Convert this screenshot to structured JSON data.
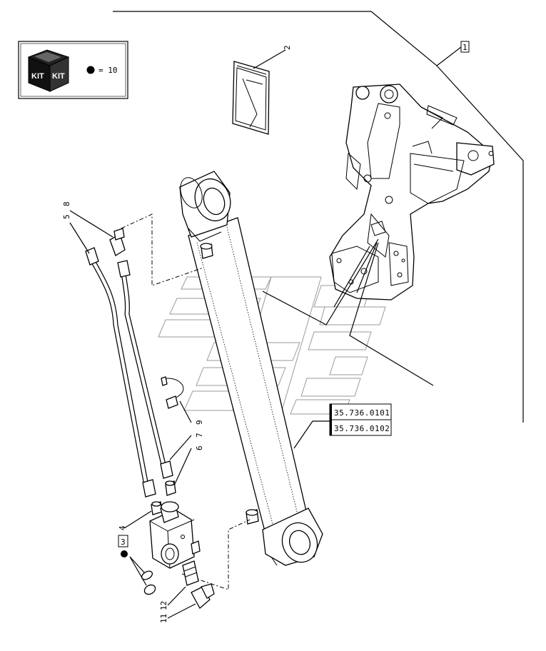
{
  "kit_legend": {
    "kit_label_1": "KIT",
    "kit_label_2": "KIT",
    "bullet": "●",
    "text": "= 10"
  },
  "callouts": {
    "group_ref": "1",
    "decal": "2",
    "valve_box": "3",
    "adapter_4": "4",
    "tube_5": "5",
    "fitting_6": "6",
    "fitting_7": "7",
    "fitting_8": "8",
    "wiring_9": "9",
    "elbow_11": "11",
    "fitting_12": "12"
  },
  "references": {
    "ref_1": "35.736.0101",
    "ref_2": "35.736.0102"
  }
}
